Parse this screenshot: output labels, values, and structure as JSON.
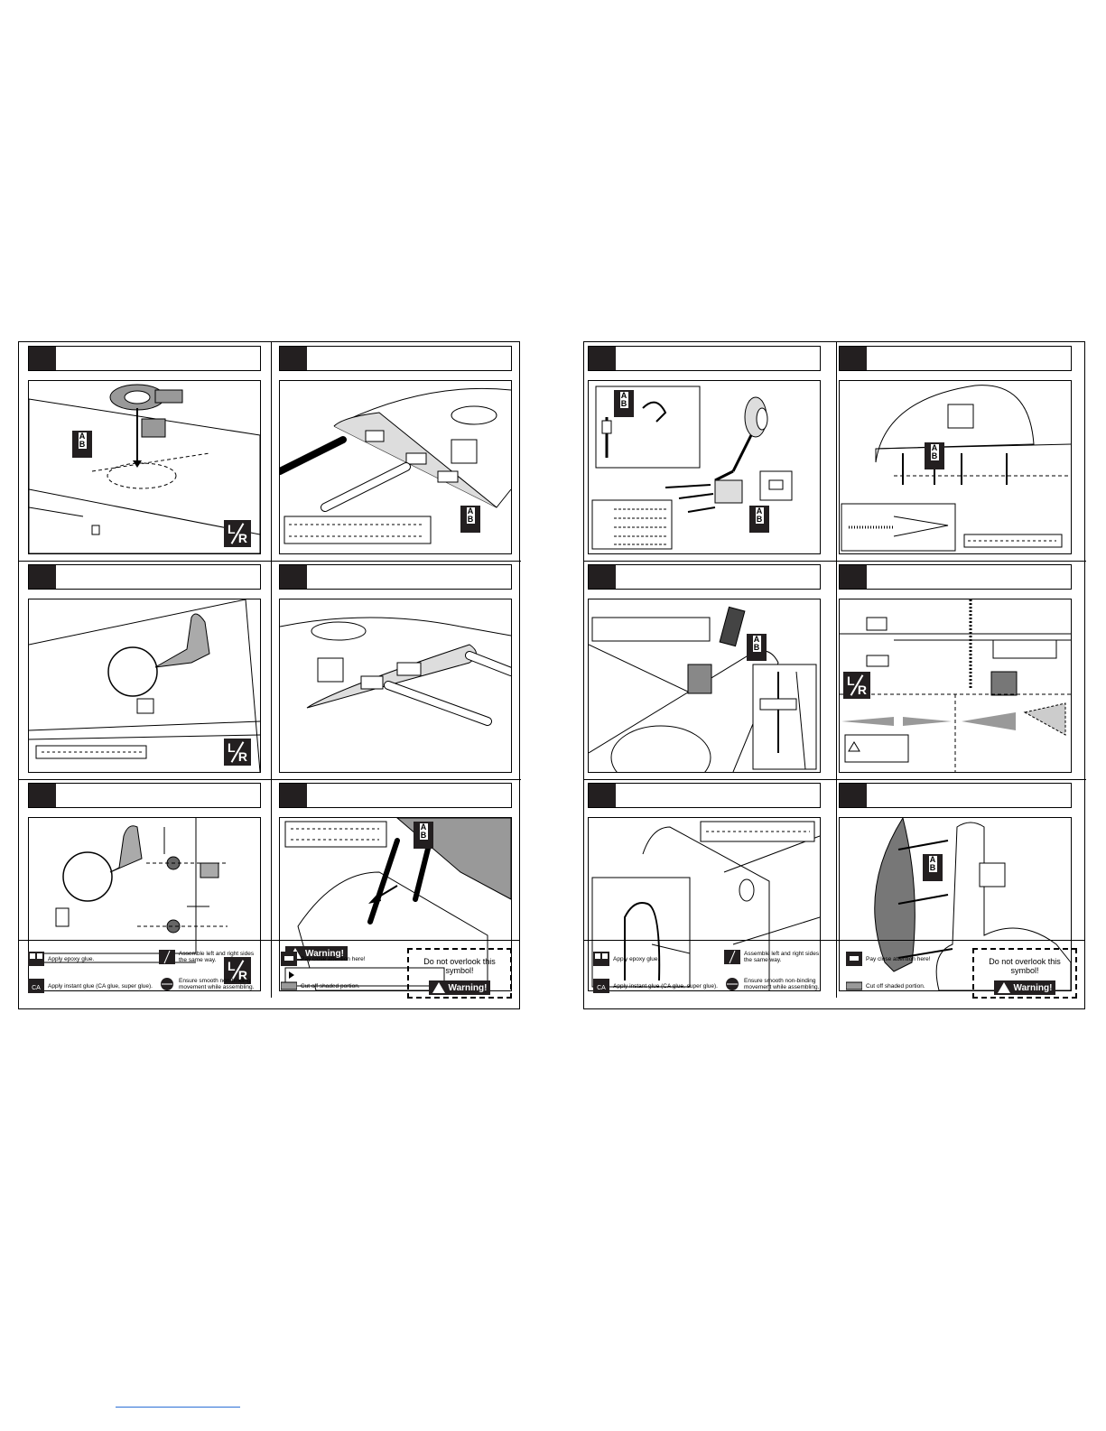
{
  "pages": [
    {
      "id": "left",
      "steps": [
        {
          "title": ""
        },
        {
          "title": ""
        },
        {
          "title": ""
        },
        {
          "title": ""
        },
        {
          "title": ""
        },
        {
          "title": ""
        }
      ],
      "warning_label": "Warning!"
    },
    {
      "id": "right",
      "steps": [
        {
          "title": ""
        },
        {
          "title": ""
        },
        {
          "title": ""
        },
        {
          "title": ""
        },
        {
          "title": ""
        },
        {
          "title": ""
        }
      ]
    }
  ],
  "legend_left": {
    "epoxy": "Apply epoxy glue.",
    "ca": "Apply instant glue (CA glue, super glue).",
    "lr": "Assemble left and right sides\nthe same way.",
    "smooth": "Ensure smooth non-binding\nmovement while assembling.",
    "attention": "Pay close attention here!",
    "cut": "Cut off shaded portion.",
    "overlook": "Do not overlook this symbol!",
    "warning": "Warning!"
  },
  "legend_right": {
    "epoxy": "Apply epoxy glue.",
    "ca": "Apply instant glue (CA glue, super glue).",
    "lr": "Assemble left and right sides\nthe same way.",
    "smooth": "Ensure smooth non-binding\nmovement while assembling.",
    "attention": "Pay close attention here!",
    "cut": "Cut off shaded portion.",
    "overlook": "Do not overlook this symbol!",
    "warning": "Warning!"
  },
  "icons": {
    "glue_ab": "A B",
    "lr_left": "L",
    "lr_right": "R",
    "ca_label": "CA"
  }
}
